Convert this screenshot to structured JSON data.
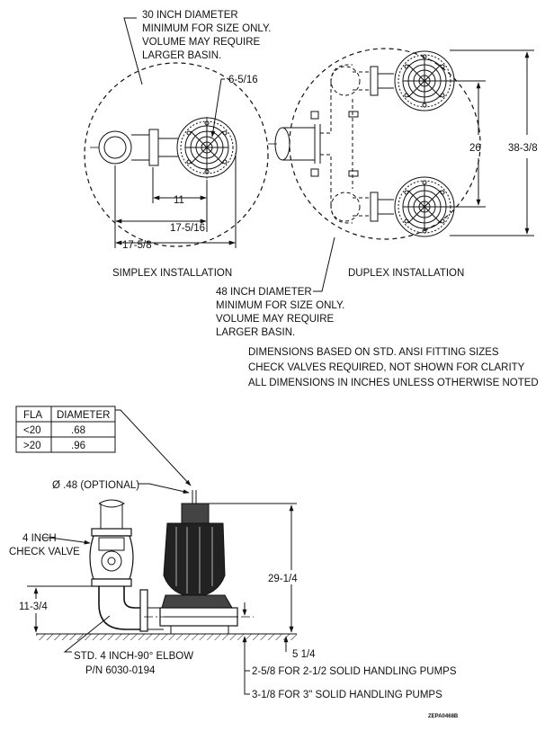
{
  "simplex": {
    "basin_note": [
      "30 INCH DIAMETER",
      "MINIMUM FOR SIZE ONLY.",
      "VOLUME MAY REQUIRE",
      "LARGER BASIN."
    ],
    "dim_6_5_16": "6-5/16",
    "dim_11": "11",
    "dim_17_5_16": "17-5/16",
    "dim_17_5_8": "17-5/8",
    "caption": "SIMPLEX INSTALLATION"
  },
  "duplex": {
    "basin_note": [
      "48 INCH DIAMETER",
      "MINIMUM FOR SIZE ONLY.",
      "VOLUME MAY REQUIRE",
      "LARGER BASIN."
    ],
    "dim_26": "26",
    "dim_38_3_8": "38-3/8",
    "caption": "DUPLEX INSTALLATION"
  },
  "general_notes": [
    "DIMENSIONS BASED ON STD. ANSI FITTING SIZES",
    "CHECK VALVES REQUIRED, NOT SHOWN FOR CLARITY",
    "ALL DIMENSIONS IN INCHES UNLESS OTHERWISE NOTED"
  ],
  "cable_table": {
    "headers": [
      "FLA",
      "DIAMETER"
    ],
    "rows": [
      [
        "<20",
        ".68"
      ],
      [
        ">20",
        ".96"
      ]
    ]
  },
  "elevation": {
    "hole_note": "Ø .48 (OPTIONAL)",
    "check_valve": [
      "4 INCH",
      "CHECK VALVE"
    ],
    "dim_11_3_4": "11-3/4",
    "dim_29_1_4": "29-1/4",
    "dim_5_1_4": "5 1/4",
    "elbow_note": [
      "STD. 4 INCH-90° ELBOW",
      "P/N 6030-0194"
    ],
    "note_2_5_8": "2-5/8 FOR 2-1/2 SOLID HANDLING PUMPS",
    "note_3_1_8": "3-1/8 FOR 3\" SOLID HANDLING PUMPS"
  },
  "drawing_id": "ZEPA0468B"
}
